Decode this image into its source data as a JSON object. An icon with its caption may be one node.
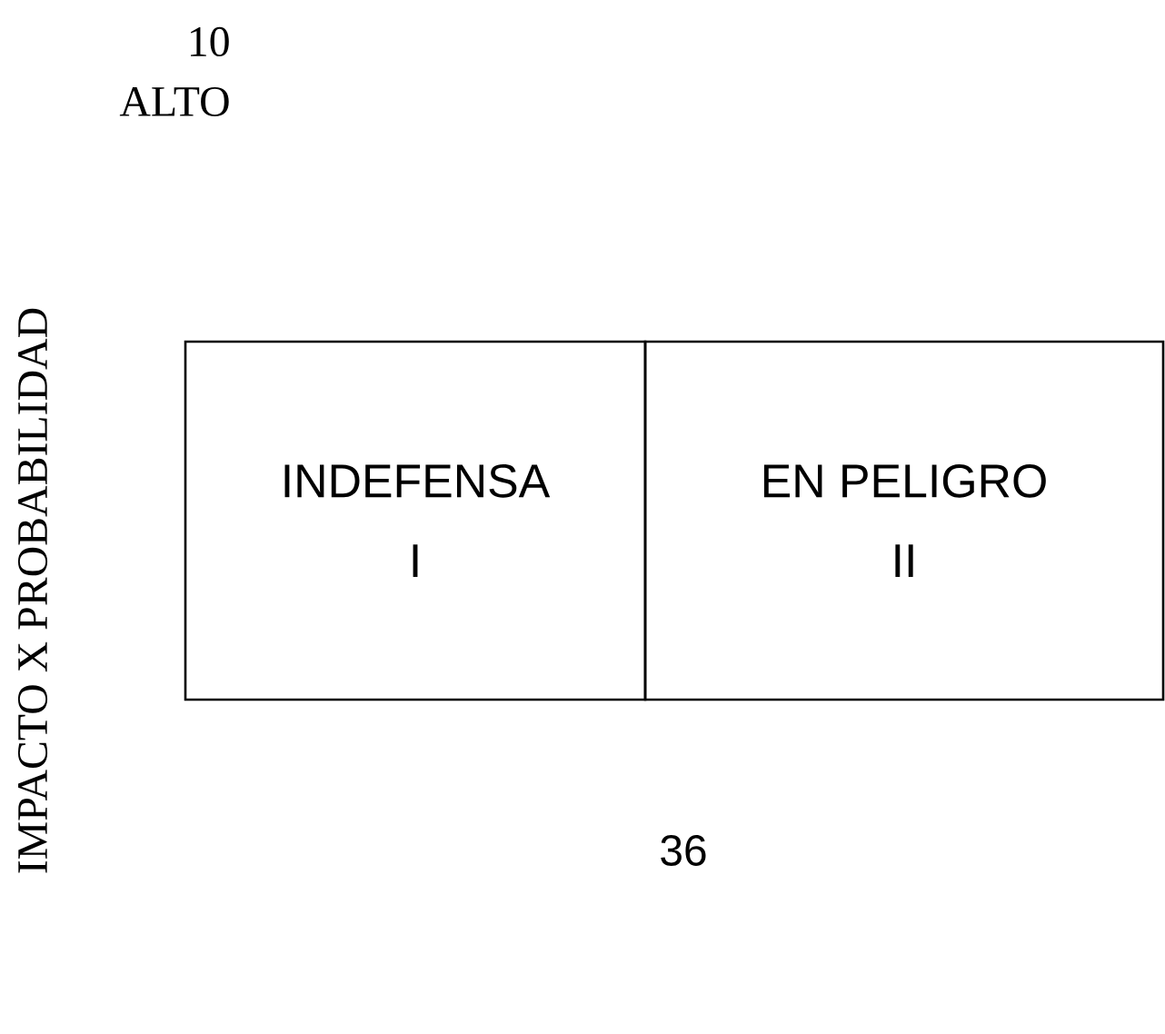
{
  "diagram": {
    "nodes": [
      {
        "text": [
          "INDEFENSA",
          "I"
        ]
      },
      {
        "text": [
          "EN PELIGRO",
          "II"
        ]
      }
    ],
    "labels": [
      "10",
      "ALTO",
      "IMPACTO X PROBABILIDAD",
      "36"
    ]
  }
}
